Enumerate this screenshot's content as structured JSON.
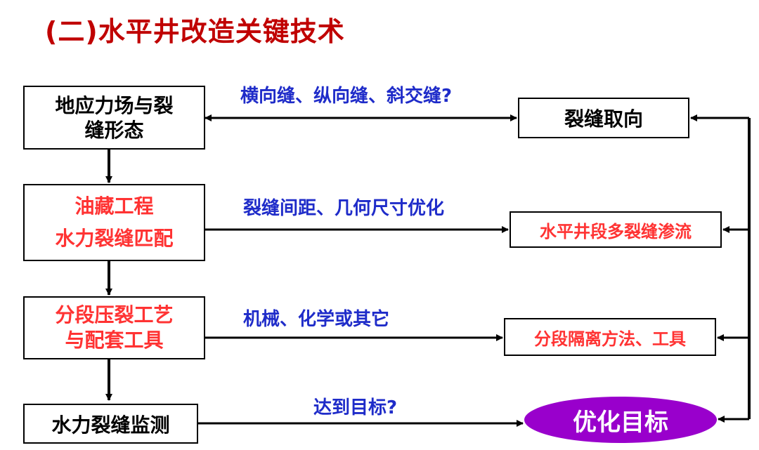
{
  "title": "(二)水平井改造关键技术",
  "left_boxes": {
    "box1": [
      "地应力场与裂",
      "缝形态"
    ],
    "box2": [
      "油藏工程",
      "水力裂缝匹配"
    ],
    "box3": [
      "分段压裂工艺",
      "与配套工具"
    ],
    "box4": [
      "水力裂缝监测"
    ]
  },
  "right_boxes": {
    "box1": "裂缝取向",
    "box2": "水平井段多裂缝渗流",
    "box3": "分段隔离方法、工具"
  },
  "ellipse": "优化目标",
  "labels": {
    "l1": "横向缝、纵向缝、斜交缝?",
    "l2": "裂缝间距、几何尺寸优化",
    "l3": "机械、化学或其它",
    "l4": "达到目标?"
  },
  "colors": {
    "title": "#c00000",
    "red_text": "#ff3333",
    "black_text": "#000000",
    "label_text": "#1f2cc9",
    "ellipse_fill": "#9900cc",
    "ellipse_text": "#ffffff"
  }
}
